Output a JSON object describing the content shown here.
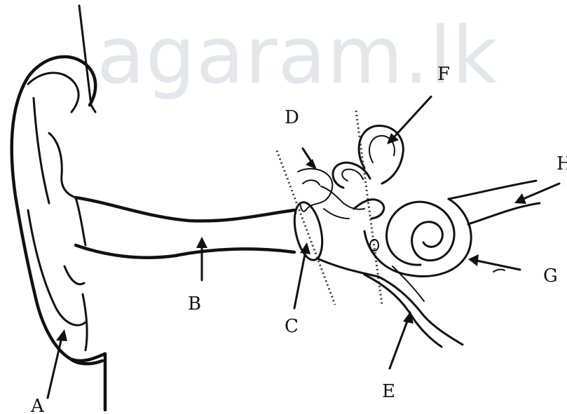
{
  "watermark": "agaram.lk",
  "labels": {
    "A": "A",
    "B": "B",
    "C": "C",
    "D": "D",
    "E": "E",
    "F": "F",
    "G": "G",
    "H": "H"
  },
  "colors": {
    "ink": "#111111",
    "watermark": "#e4e6ea",
    "background": "#ffffff"
  }
}
